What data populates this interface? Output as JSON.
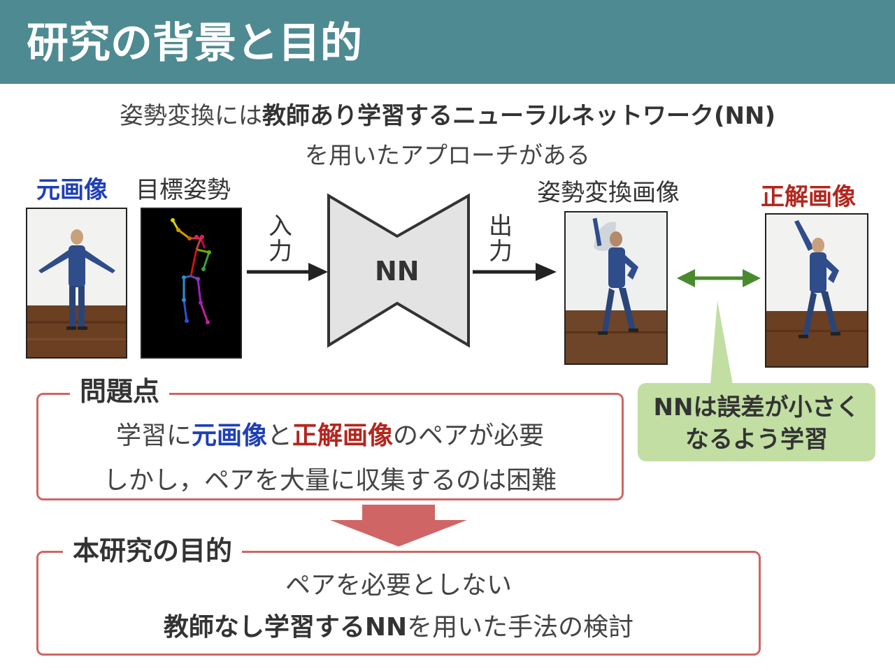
{
  "header": {
    "title": "研究の背景と目的"
  },
  "intro": {
    "line1_pre": "姿勢変換には",
    "line1_bold": "教師あり学習するニューラルネットワーク(NN)",
    "line2": "を用いたアプローチがある"
  },
  "diagram": {
    "source_label": "元画像",
    "target_pose_label": "目標姿勢",
    "input_label_1": "入",
    "input_label_2": "力",
    "nn_label": "NN",
    "output_label_1": "出",
    "output_label_2": "力",
    "converted_label": "姿勢変換画像",
    "ground_truth_label": "正解画像",
    "callout_line1": "NNは誤差が小さく",
    "callout_line2": "なるよう学習"
  },
  "problem": {
    "title": "問題点",
    "line1_a": "学習に",
    "line1_b": "元画像",
    "line1_c": "と",
    "line1_d": "正解画像",
    "line1_e": "のペアが必要",
    "line2": "しかし，ペアを大量に収集するのは困難"
  },
  "purpose": {
    "title": "本研究の目的",
    "line1": "ペアを必要としない",
    "line2_bold": "教師なし学習するNN",
    "line2_rest": "を用いた手法の検討"
  },
  "colors": {
    "header_bg": "#4e8a91",
    "accent_blue": "#1f3fb5",
    "accent_red": "#b3261e",
    "frame_red": "#d06565",
    "callout_green": "#c2dea3",
    "arrow_green": "#4a8a2e"
  }
}
